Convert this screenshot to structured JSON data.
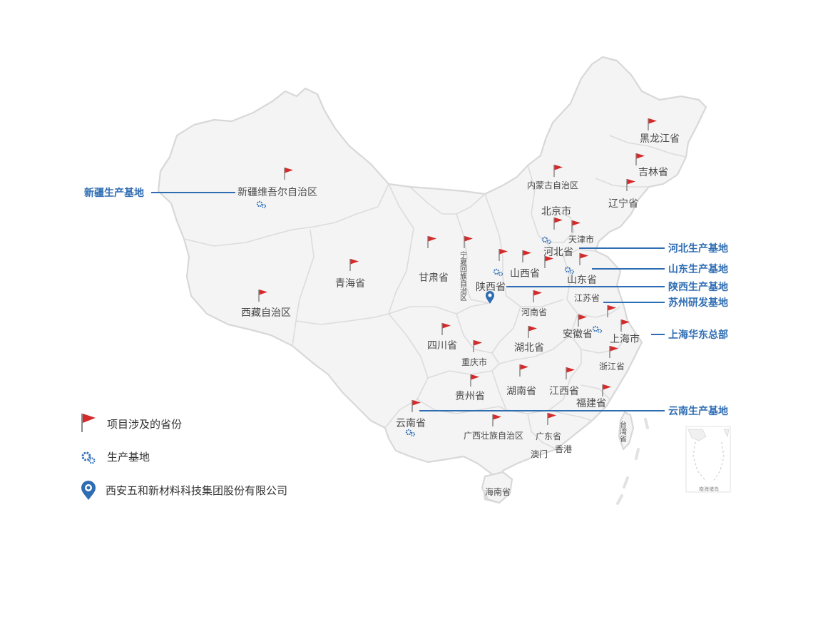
{
  "colors": {
    "flag": "#d42a2a",
    "base": "#2f6db3",
    "land": "#f4f4f4",
    "border": "#d8d8d8"
  },
  "provinces": {
    "heilongjiang": "黑龙江省",
    "jilin": "吉林省",
    "liaoning": "辽宁省",
    "neimenggu": "内蒙古自治区",
    "beijing": "北京市",
    "tianjin": "天津市",
    "hebei": "河北省",
    "shanxi": "山西省",
    "shandong": "山东省",
    "shaanxi": "陕西省",
    "ningxia": "宁夏回族自治区",
    "gansu": "甘肃省",
    "qinghai": "青海省",
    "xinjiang": "新疆维吾尔自治区",
    "xizang": "西藏自治区",
    "henan": "河南省",
    "jiangsu": "江苏省",
    "anhui": "安徽省",
    "shanghai": "上海市",
    "hubei": "湖北省",
    "sichuan": "四川省",
    "chongqing": "重庆市",
    "zhejiang": "浙江省",
    "hunan": "湖南省",
    "jiangxi": "江西省",
    "guizhou": "贵州省",
    "fujian": "福建省",
    "yunnan": "云南省",
    "guangxi": "广西壮族自治区",
    "guangdong": "广东省",
    "xianggang": "香港",
    "aomen": "澳门",
    "taiwan": "台湾省",
    "hainan": "海南省"
  },
  "bases": {
    "xinjiang": "新疆生产基地",
    "hebei": "河北生产基地",
    "shandong": "山东生产基地",
    "shaanxi": "陕西生产基地",
    "suzhou": "苏州研发基地",
    "shanghai": "上海华东总部",
    "yunnan": "云南生产基地"
  },
  "legend": {
    "flag": "项目涉及的省份",
    "gear": "生产基地",
    "pin": "西安五和新材料科技集团股份有限公司"
  },
  "inset": {
    "label": "南海诸岛"
  }
}
